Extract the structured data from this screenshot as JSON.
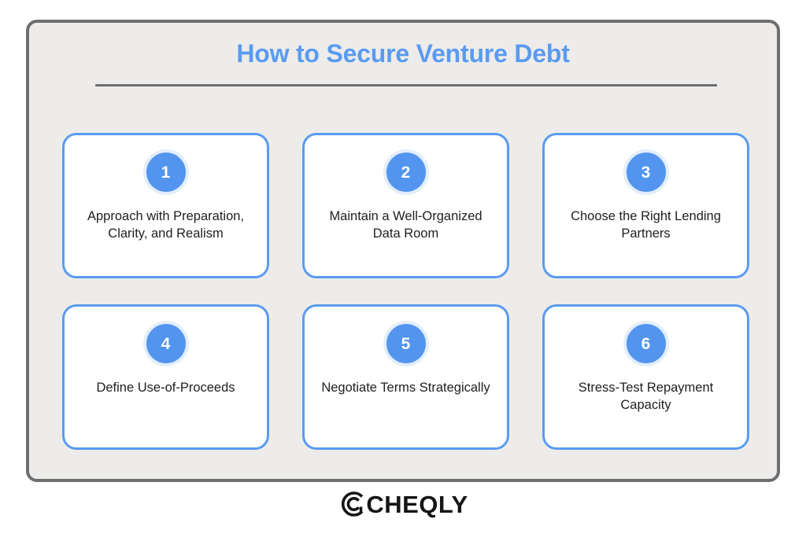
{
  "page": {
    "background_color": "#ffffff",
    "frame_fill": "#edecea",
    "frame_border_color": "#6e6e6e"
  },
  "header": {
    "title": "How to Secure Venture Debt",
    "title_color": "#5a9bf0",
    "divider_color": "#6e6e6e"
  },
  "theme": {
    "accent": "#5a9bf0",
    "badge_fill": "#5294ee",
    "card_border": "#5a9bf0",
    "card_fill": "#ffffff",
    "text_color": "#1f1f22"
  },
  "cards": [
    {
      "number": "1",
      "label": "Approach with Preparation, Clarity, and Realism"
    },
    {
      "number": "2",
      "label": "Maintain a Well-Organized Data Room"
    },
    {
      "number": "3",
      "label": "Choose the Right Lending Partners"
    },
    {
      "number": "4",
      "label": "Define Use-of-Proceeds"
    },
    {
      "number": "5",
      "label": "Negotiate Terms Strategically"
    },
    {
      "number": "6",
      "label": "Stress-Test Repayment Capacity"
    }
  ],
  "footer": {
    "logo_text": "CHEQLY",
    "logo_mark": "circle-c-icon",
    "logo_color": "#151515"
  }
}
